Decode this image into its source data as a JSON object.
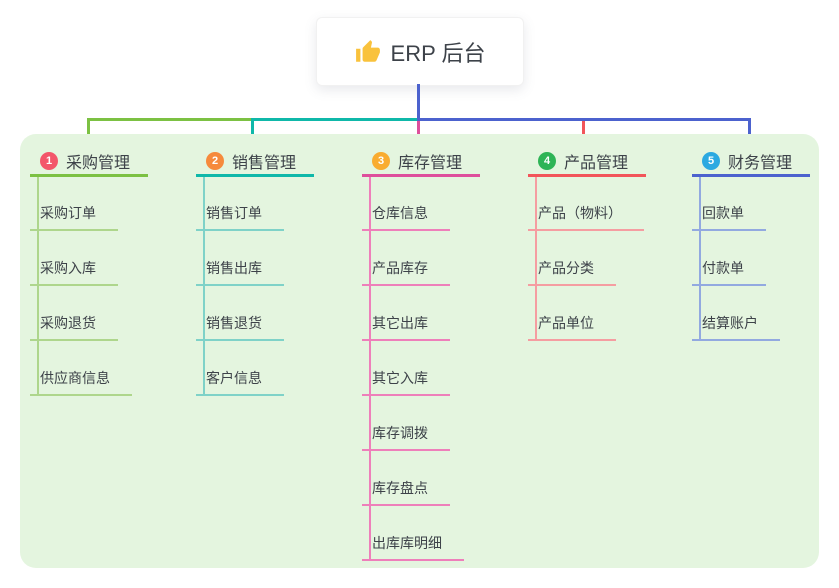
{
  "root": {
    "icon": "thumbs-up-icon",
    "title": "ERP 后台"
  },
  "colors": {
    "canvas_bg": "#ffffff",
    "panel_bg": "#e4f5df",
    "text": "#3d4249",
    "root_connector": "#4c62ce"
  },
  "branches": [
    {
      "number": "1",
      "label": "采购管理",
      "badge_color": "#f3566a",
      "line_color": "#7cc143",
      "child_line_color": "#aed68c",
      "children": [
        "采购订单",
        "采购入库",
        "采购退货",
        "供应商信息"
      ]
    },
    {
      "number": "2",
      "label": "销售管理",
      "badge_color": "#f68a3c",
      "line_color": "#0fb8a9",
      "child_line_color": "#7fd2c8",
      "children": [
        "销售订单",
        "销售出库",
        "销售退货",
        "客户信息"
      ]
    },
    {
      "number": "3",
      "label": "库存管理",
      "badge_color": "#f9ac30",
      "line_color": "#de4f9c",
      "child_line_color": "#ee7fba",
      "children": [
        "仓库信息",
        "产品库存",
        "其它出库",
        "其它入库",
        "库存调拨",
        "库存盘点",
        "出库库明细"
      ]
    },
    {
      "number": "4",
      "label": "产品管理",
      "badge_color": "#2eb456",
      "line_color": "#f2555a",
      "child_line_color": "#f59da1",
      "children": [
        "产品（物料）",
        "产品分类",
        "产品单位"
      ]
    },
    {
      "number": "5",
      "label": "财务管理",
      "badge_color": "#2ba9e1",
      "line_color": "#4c62ce",
      "child_line_color": "#92a9e0",
      "children": [
        "回款单",
        "付款单",
        "结算账户"
      ]
    }
  ]
}
